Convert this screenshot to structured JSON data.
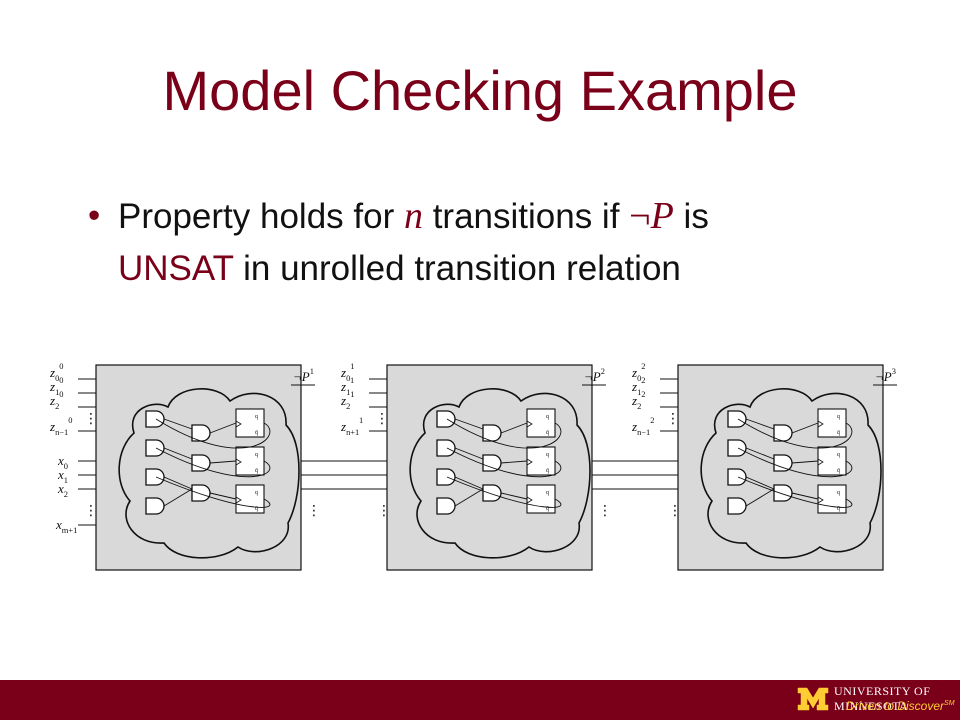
{
  "slide": {
    "title": "Model Checking Example",
    "bullet": {
      "text_before_n": "Property holds for ",
      "n_symbol": "n",
      "text_between": " transitions if ",
      "neg_symbol": "¬",
      "p_symbol": "P",
      "text_after_p": " is",
      "unsat_label": "UNSAT",
      "text_end": " in unrolled transition relation"
    }
  },
  "diagram": {
    "frames": [
      {
        "z_labels": [
          "z",
          "z",
          "z",
          "z"
        ],
        "z_subs": [
          "0",
          "1",
          "2",
          "n−1"
        ],
        "z_sups": [
          "0",
          "0",
          "0",
          "0"
        ],
        "output_label": "¬P",
        "output_sup": "1"
      },
      {
        "z_labels": [
          "z",
          "z",
          "z",
          "z"
        ],
        "z_subs": [
          "0",
          "1",
          "2",
          "n+1"
        ],
        "z_sups": [
          "1",
          "1",
          "1",
          "1"
        ],
        "output_label": "¬P",
        "output_sup": "2"
      },
      {
        "z_labels": [
          "z",
          "z",
          "z",
          "z"
        ],
        "z_subs": [
          "0",
          "1",
          "2",
          "n−1"
        ],
        "z_sups": [
          "2",
          "2",
          "2",
          "2"
        ],
        "output_label": "¬P",
        "output_sup": "3"
      }
    ],
    "x_labels": [
      "x",
      "x",
      "x",
      "x"
    ],
    "x_subs": [
      "0",
      "1",
      "2",
      "m+1"
    ],
    "ellipsis": "⋮",
    "ff_q": "q",
    "ff_qbar": "q̄"
  },
  "footer": {
    "university": "UNIVERSITY OF MINNESOTA",
    "tagline": "Driven to Discover",
    "trademark": "SM"
  },
  "colors": {
    "maroon": "#7a0019",
    "gold": "#ffcc33",
    "frame_fill": "#d9d9d9"
  }
}
